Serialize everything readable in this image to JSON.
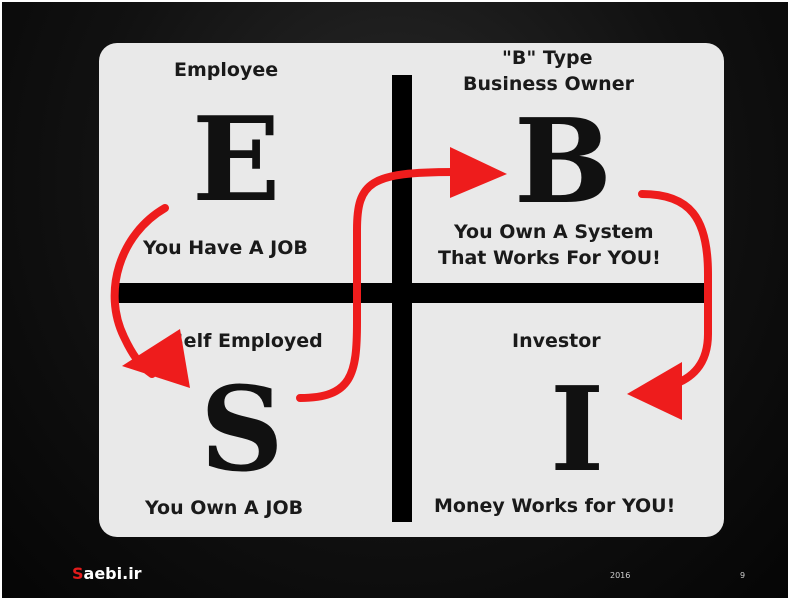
{
  "quadrants": {
    "employee": {
      "title": "Employee",
      "letter": "E",
      "caption": "You Have A JOB"
    },
    "business_owner": {
      "title_line1": "\"B\" Type",
      "title_line2": "Business Owner",
      "letter": "B",
      "caption_line1": "You Own A System",
      "caption_line2": "That Works For YOU!"
    },
    "self_employed": {
      "title": "Self Employed",
      "letter": "S",
      "caption": "You Own A JOB"
    },
    "investor": {
      "title": "Investor",
      "letter": "I",
      "caption": "Money Works for YOU!"
    }
  },
  "footer": {
    "brand_first": "S",
    "brand_rest": "aebi.ir",
    "year": "2016",
    "page_number": "9"
  },
  "colors": {
    "arrow": "#ee1c1c",
    "panel": "#e9e9e9",
    "cross": "#000000",
    "brand_accent": "#e21b1b"
  }
}
